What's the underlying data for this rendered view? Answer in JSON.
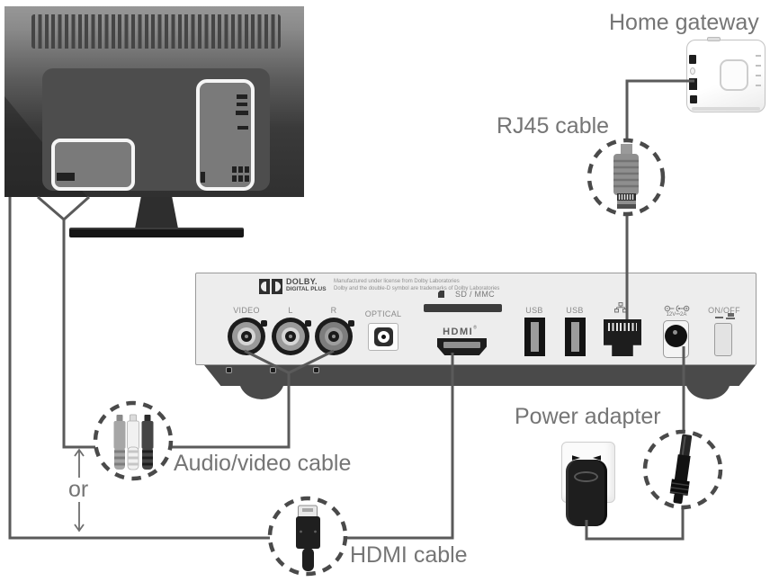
{
  "figure": {
    "type": "hardware-connection-diagram",
    "labels": {
      "home_gateway": "Home gateway",
      "rj45_cable": "RJ45 cable",
      "audio_video_cable": "Audio/video cable",
      "or": "or",
      "hdmi_cable": "HDMI cable",
      "power_adapter": "Power adapter"
    }
  },
  "stb": {
    "dolby": {
      "brand": "DOLBY.",
      "brand_sub": "DIGITAL PLUS",
      "license_line1": "Manufactured under license from Dolby Laboratories",
      "license_line2": "Dolby and the double-D symbol are trademarks of Dolby Laboratories"
    },
    "ports": {
      "video": "VIDEO",
      "audio_l": "L",
      "audio_r": "R",
      "optical": "OPTICAL",
      "sd_mmc": "SD / MMC",
      "hdmi": "HDMI",
      "hdmi_reg": "®",
      "usb_1": "USB",
      "usb_2": "USB",
      "power_rating": "12V⎓2A",
      "on_off": "ON/OFF"
    }
  },
  "colors": {
    "cable_line": "#5a5a5a",
    "dashed_circle": "#4a4a4a",
    "label_text": "#757575",
    "box_face": "#ededed",
    "box_trim": "#4a4a4a"
  }
}
